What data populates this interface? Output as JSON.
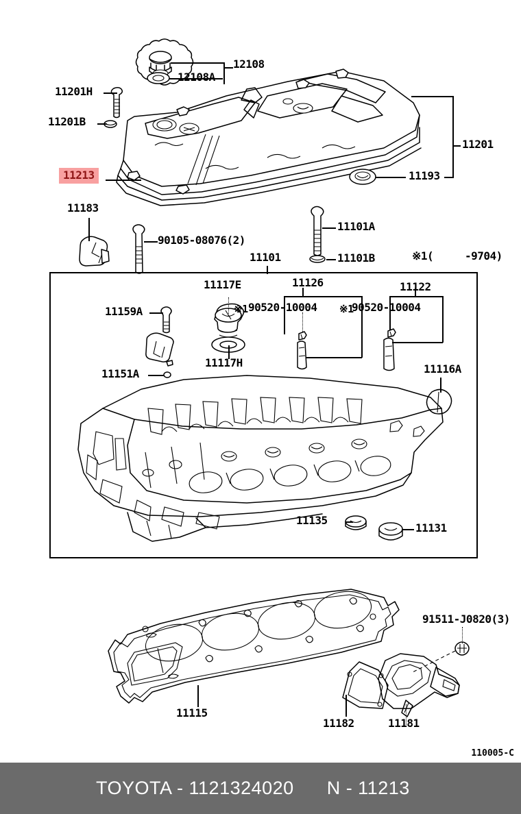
{
  "diagram": {
    "id_code": "110005-C",
    "title": "Toyota Cylinder Head / Head Cover Parts Diagram",
    "highlight_color": "#f8a0a0",
    "highlight_text_color": "#8e1414"
  },
  "footer": {
    "brand_part": "TOYOTA - 1121324020",
    "ref": "N - 11213"
  },
  "note": {
    "mark": "※1(",
    "date_range": "-9704)"
  },
  "callouts": [
    {
      "key": "c12108",
      "label": "12108",
      "name": "oil-filler-cap"
    },
    {
      "key": "c12108a",
      "label": "12108A",
      "name": "oil-filler-cap-gasket"
    },
    {
      "key": "c11201h",
      "label": "11201H",
      "name": "head-cover-bolt"
    },
    {
      "key": "c11201b",
      "label": "11201B",
      "name": "head-cover-washer"
    },
    {
      "key": "c11201",
      "label": "11201",
      "name": "cylinder-head-cover"
    },
    {
      "key": "c11193",
      "label": "11193",
      "name": "spark-plug-tube-seal"
    },
    {
      "key": "c11213",
      "label": "11213",
      "name": "cylinder-head-cover-gasket",
      "highlighted": true
    },
    {
      "key": "c11183",
      "label": "11183",
      "name": "engine-hanger"
    },
    {
      "key": "c90105",
      "label": "90105-08076(2)",
      "name": "hanger-bolt"
    },
    {
      "key": "c11101",
      "label": "11101",
      "name": "cylinder-head-assembly"
    },
    {
      "key": "c11101a",
      "label": "11101A",
      "name": "cylinder-head-bolt"
    },
    {
      "key": "c11101b",
      "label": "11101B",
      "name": "cylinder-head-bolt-washer"
    },
    {
      "key": "c11159a",
      "label": "11159A",
      "name": "cam-bearing-bolt"
    },
    {
      "key": "c11151a",
      "label": "11151A",
      "name": "head-plug-small"
    },
    {
      "key": "c11117e",
      "label": "11117E",
      "name": "oil-plug"
    },
    {
      "key": "c11117h",
      "label": "11117H",
      "name": "oil-plug-gasket"
    },
    {
      "key": "c11126",
      "label": "11126",
      "name": "straight-pin-assembly"
    },
    {
      "key": "c90520a",
      "label": "90520-10004",
      "name": "snap-ring-a"
    },
    {
      "key": "c90520b",
      "label": "90520-10004",
      "name": "snap-ring-b"
    },
    {
      "key": "c11122",
      "label": "11122",
      "name": "straight-pin-b"
    },
    {
      "key": "c11116a",
      "label": "11116A",
      "name": "head-side-plug"
    },
    {
      "key": "c11135",
      "label": "11135",
      "name": "cylinder-head-plug-small"
    },
    {
      "key": "c11131",
      "label": "11131",
      "name": "cylinder-head-plug-large"
    },
    {
      "key": "c11115",
      "label": "11115",
      "name": "cylinder-head-gasket"
    },
    {
      "key": "c11182",
      "label": "11182",
      "name": "water-outlet-gasket"
    },
    {
      "key": "c11181",
      "label": "11181",
      "name": "water-outlet-housing"
    },
    {
      "key": "c91511",
      "label": "91511-J0820(3)",
      "name": "water-outlet-bolt"
    }
  ],
  "marks": {
    "snap_ring_prefix": "※1",
    "snap_ring_prefix2": "※1"
  }
}
